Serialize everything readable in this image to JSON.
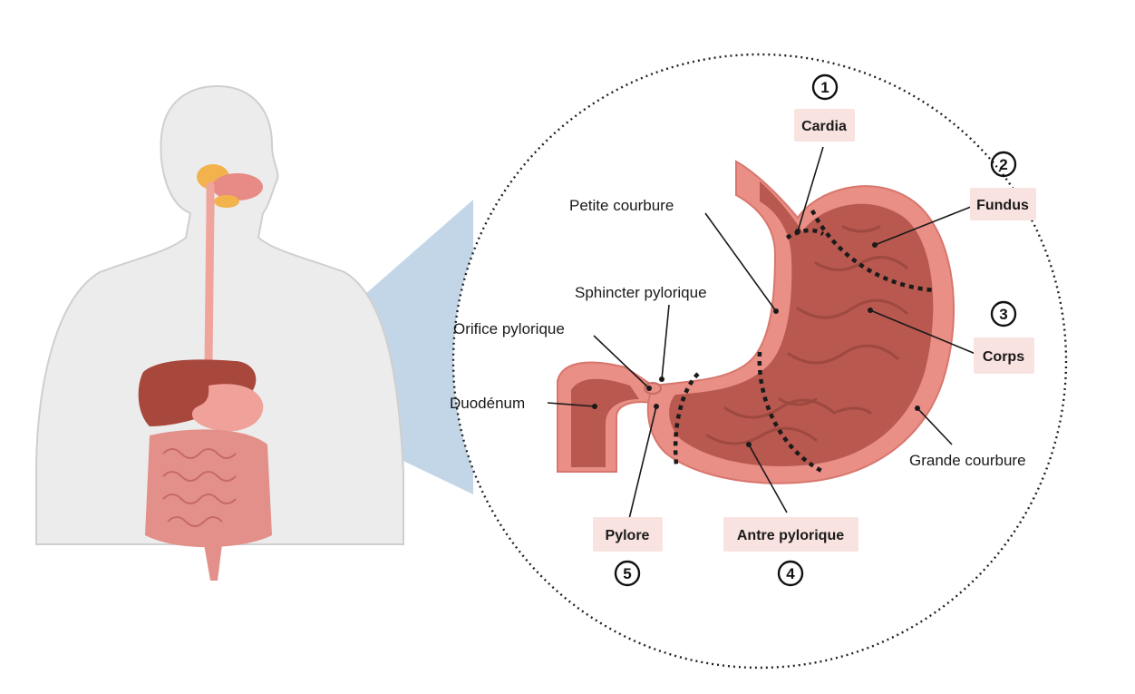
{
  "labels": {
    "petite_courbure": "Petite courbure",
    "sphincter_pylorique": "Sphincter pylorique",
    "orifice_pylorique": "Orifice pylorique",
    "duodenum": "Duodénum",
    "grande_courbure": "Grande courbure"
  },
  "regions": [
    {
      "number": "1",
      "name": "Cardia"
    },
    {
      "number": "2",
      "name": "Fundus"
    },
    {
      "number": "3",
      "name": "Corps"
    },
    {
      "number": "4",
      "name": "Antre pylorique"
    },
    {
      "number": "5",
      "name": "Pylore"
    }
  ],
  "colors": {
    "tag_background": "#f9e3e0",
    "stomach_wall": "#e98f86",
    "stomach_inner": "#b8584f",
    "zoom_cone": "#b8cfe3",
    "body_fill": "#ececec"
  }
}
